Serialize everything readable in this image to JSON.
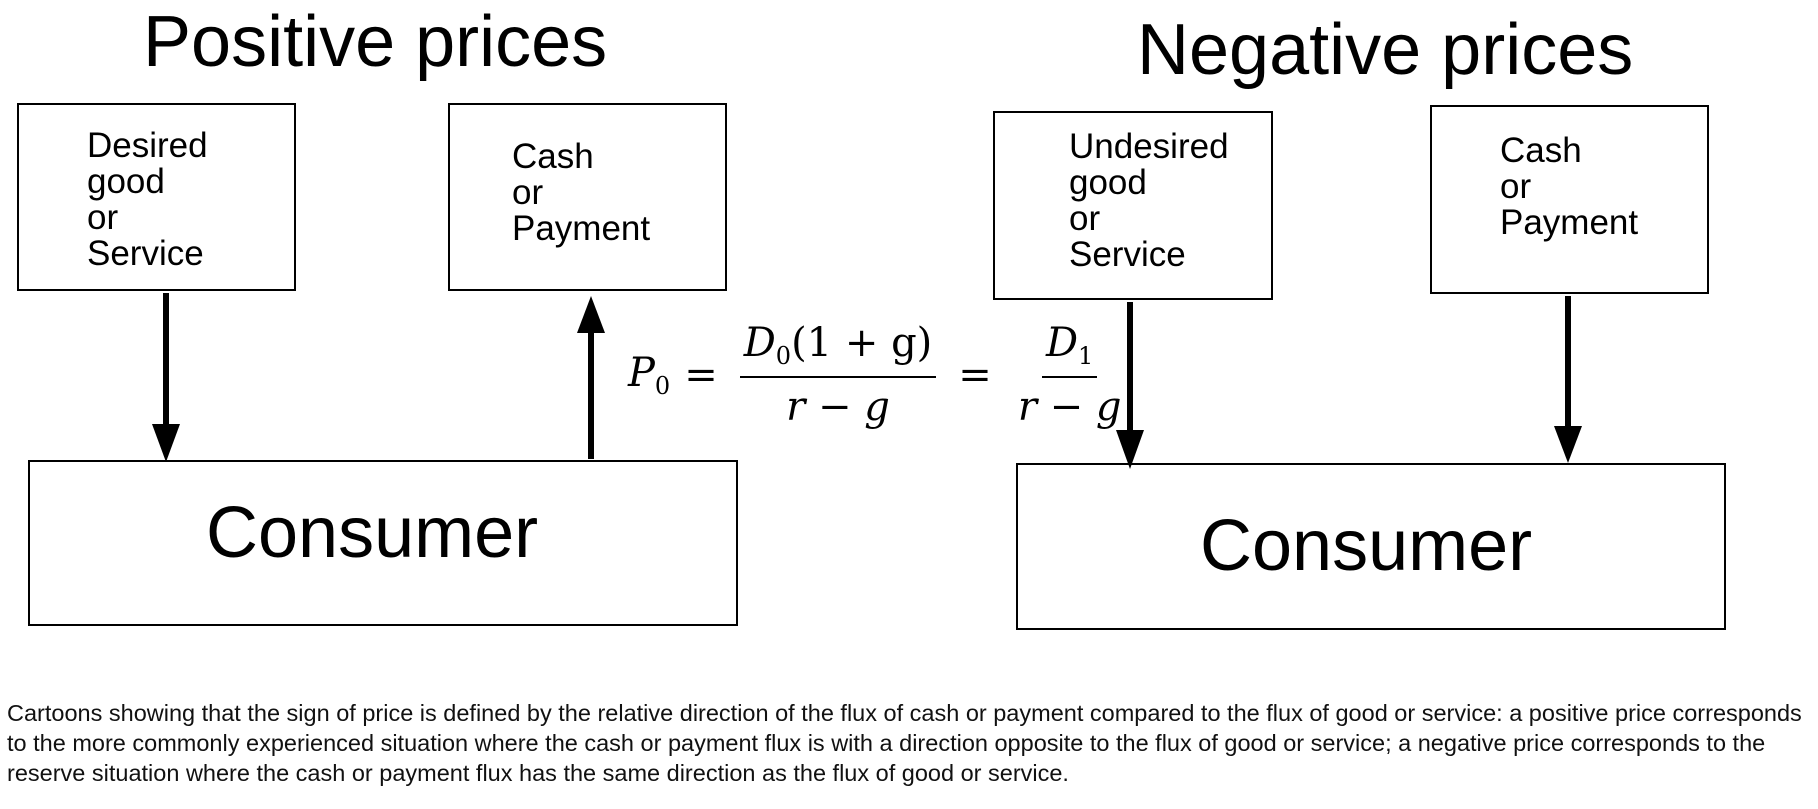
{
  "positive": {
    "title": "Positive prices",
    "good_box": [
      "Desired",
      "good",
      "or",
      "Service"
    ],
    "payment_box": [
      "Cash",
      "or",
      "Payment"
    ],
    "consumer": "Consumer"
  },
  "negative": {
    "title": "Negative prices",
    "good_box": [
      "Undesired",
      "good",
      "or",
      "Service"
    ],
    "payment_box": [
      "Cash",
      "or",
      "Payment"
    ],
    "consumer": "Consumer"
  },
  "formula": {
    "lhs_var": "P",
    "lhs_sub": "0",
    "eq": "=",
    "frac1_num_var": "D",
    "frac1_num_sub": "0",
    "frac1_num_rest": "(1 + g)",
    "frac1_den": "r − g",
    "frac2_num_var": "D",
    "frac2_num_sub": "1",
    "frac2_den": "r − g"
  },
  "caption": "Cartoons showing that the sign of price is defined by the relative direction of the flux of cash or payment compared to the flux of good or service: a positive price corresponds to the more commonly experienced situation where the cash or payment flux is with a direction opposite to the flux of good or service; a negative price corresponds to the reserve situation where the cash or payment flux has the same direction as the flux of good or service."
}
